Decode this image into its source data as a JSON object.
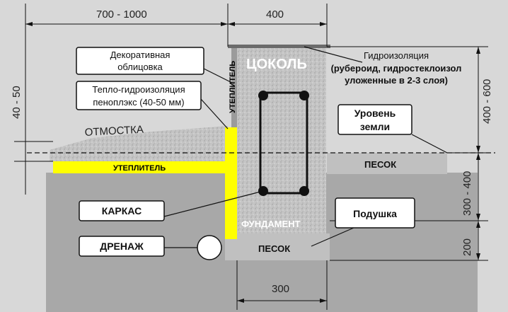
{
  "dimensions": {
    "top_left": "700 - 1000",
    "top_right": "400",
    "left_vertical": "40 - 50",
    "right_top": "400 - 600",
    "right_middle": "300 - 400",
    "right_bottom": "200",
    "bottom": "300"
  },
  "labels": {
    "cokol": "ЦОКОЛЬ",
    "fundament": "ФУНДАМЕНТ",
    "uteplitel_vertical": "УТЕПЛИТЕЛЬ",
    "uteplitel_horizontal": "УТЕПЛИТЕЛЬ",
    "otmostka": "ОТМОСТКА",
    "pesok_right": "ПЕСОК",
    "pesok_bottom": "ПЕСОК"
  },
  "callouts": {
    "decor_line1": "Декоративная",
    "decor_line2": "облицовка",
    "teplo_line1": "Тепло-гидроизоляция",
    "teplo_line2": "пеноплэкс (40-50 мм)",
    "gidro_line1": "Гидроизоляция",
    "gidro_line2": "(рубероид, гидростеклоизол",
    "gidro_line3": "уложенные в 2-3 слоя)",
    "level_line1": "Уровень",
    "level_line2": "земли",
    "karkas": "КАРКАС",
    "drenazh": "ДРЕНАЖ",
    "podushka": "Подушка"
  },
  "colors": {
    "background": "#d6d6d6",
    "soil": "#a9a9a9",
    "concrete": "#c2c2c2",
    "sand": "#bebebe",
    "insulation": "#ffff00",
    "label_on_concrete": "#ffffff"
  }
}
